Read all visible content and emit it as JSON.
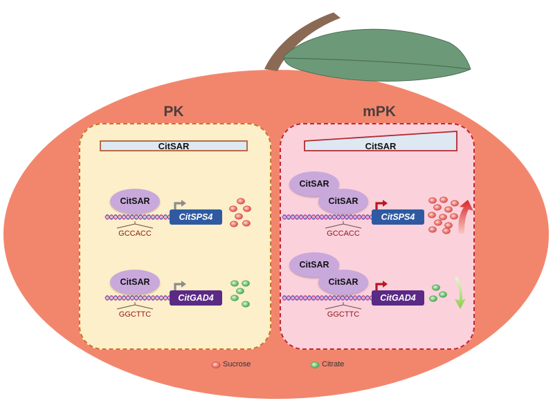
{
  "panels": {
    "left": {
      "title": "PK",
      "bar_label": "CitSAR",
      "protein_label": "CitSAR",
      "gene1": "CitSPS4",
      "gene2": "CitGAD4",
      "motif1": "GCCACC",
      "motif2": "GGCTTC"
    },
    "right": {
      "title": "mPK",
      "bar_label": "CitSAR",
      "protein_label": "CitSAR",
      "gene1": "CitSPS4",
      "gene2": "CitGAD4",
      "motif1": "GCCACC",
      "motif2": "GGCTTC"
    }
  },
  "legend": {
    "sucrose": "Sucrose",
    "citrate": "Citrate"
  },
  "colors": {
    "fruit": "#f2866d",
    "leaf": "#6c9a79",
    "stem": "#8a6a55",
    "left_panel": "#fcefc9",
    "right_panel": "#fbd1dc",
    "sps4_box": "#2f5aa2",
    "gad4_box": "#5a2a85",
    "sucrose": "#e85e5a",
    "citrate": "#6cbf6e",
    "up_arrow": "#d9262b",
    "down_arrow": "#8dcc4c"
  }
}
